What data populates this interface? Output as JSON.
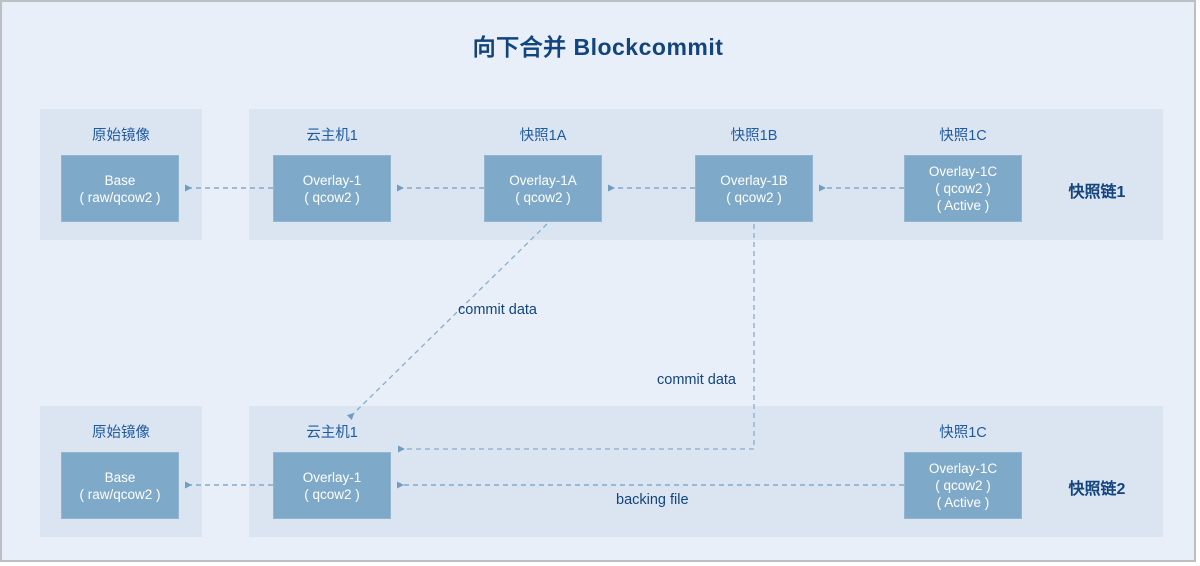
{
  "diagram": {
    "title": "向下合并 Blockcommit",
    "accent_color": "#12447e",
    "node_fill": "#7fa9c9",
    "panel_fill": "#dbe4f1",
    "page_background": "#e9eff8",
    "rows": [
      {
        "chain_label": "快照链1",
        "groups": [
          {
            "label": "原始镜像",
            "node": {
              "lines": [
                "Base",
                "( raw/qcow2 )"
              ]
            }
          },
          {
            "label": "云主机1",
            "node": {
              "lines": [
                "Overlay-1",
                "( qcow2 )"
              ]
            }
          },
          {
            "label": "快照1A",
            "node": {
              "lines": [
                "Overlay-1A",
                "( qcow2 )"
              ]
            }
          },
          {
            "label": "快照1B",
            "node": {
              "lines": [
                "Overlay-1B",
                "( qcow2 )"
              ]
            }
          },
          {
            "label": "快照1C",
            "node": {
              "lines": [
                "Overlay-1C",
                "( qcow2 )",
                "( Active )"
              ]
            }
          }
        ]
      },
      {
        "chain_label": "快照链2",
        "groups": [
          {
            "label": "原始镜像",
            "node": {
              "lines": [
                "Base",
                "( raw/qcow2 )"
              ]
            }
          },
          {
            "label": "云主机1",
            "node": {
              "lines": [
                "Overlay-1",
                "( qcow2 )"
              ]
            }
          },
          {
            "label": "快照1C",
            "node": {
              "lines": [
                "Overlay-1C",
                "( qcow2 )",
                "( Active )"
              ]
            }
          }
        ]
      }
    ],
    "edge_labels": {
      "commit_data_a": "commit data",
      "commit_data_b": "commit data",
      "backing_file": "backing file"
    }
  }
}
